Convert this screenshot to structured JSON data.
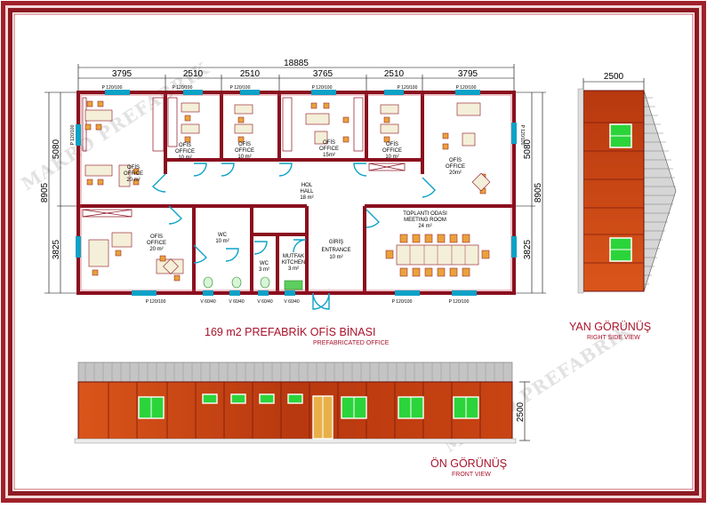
{
  "watermark": "MAKRO PREFABRIK",
  "colors": {
    "frame": "#9b1820",
    "wall": "#8a0f1e",
    "panel": "#c2410c",
    "window": "#2bd43a",
    "door": "#0da2c7",
    "roof": "#b8b8b8"
  },
  "plan": {
    "total_width": "18885",
    "segments": [
      "3795",
      "2510",
      "2510",
      "3765",
      "2510",
      "3795"
    ],
    "left_total": "8905",
    "left_upper": "5080",
    "left_lower": "3825",
    "right_upper": "5080",
    "right_total": "8905",
    "right_lower": "3825",
    "top_windows": [
      "P 120/100",
      "P 120/100",
      "P 120/100",
      "P 120/100",
      "P 120/100",
      "P 120/100"
    ],
    "bottom_windows": [
      "P 120/100",
      "V 60/40",
      "V 60/40",
      "V 60/40",
      "V 60/40",
      "P 120/100",
      "P 120/100"
    ],
    "side_window_left": "P 120/100",
    "side_window_right": "P 120/100",
    "rooms": [
      {
        "tr": "OFİS",
        "en": "OFFICE",
        "area": "20 m²"
      },
      {
        "tr": "OFİS",
        "en": "OFFICE",
        "area": "10 m²"
      },
      {
        "tr": "OFİS",
        "en": "OFFICE",
        "area": "10 m²"
      },
      {
        "tr": "OFİS",
        "en": "OFFICE",
        "area": "15m²"
      },
      {
        "tr": "OFİS",
        "en": "OFFICE",
        "area": "10 m²"
      },
      {
        "tr": "OFİS",
        "en": "OFFICE",
        "area": "20m²"
      },
      {
        "tr": "HOL",
        "en": "HALL",
        "area": "18 m²"
      },
      {
        "tr": "OFİS",
        "en": "OFFICE",
        "area": "20 m²"
      },
      {
        "tr": "WC",
        "en": "",
        "area": "10 m²"
      },
      {
        "tr": "WC",
        "en": "",
        "area": "3 m²"
      },
      {
        "tr": "MUTFAK",
        "en": "KITCHEN",
        "area": "3 m²"
      },
      {
        "tr": "GİRİŞ",
        "en": "ENTRANCE",
        "area": "10 m²"
      },
      {
        "tr": "TOPLANTI ODASI",
        "en": "MEETING ROOM",
        "area": "24 m²"
      }
    ]
  },
  "title": {
    "main": "169 m2 PREFABRİK OFİS BİNASI",
    "sub": "PREFABRICATED OFFICE"
  },
  "side_view": {
    "width": "2500",
    "title": "YAN GÖRÜNÜŞ",
    "sub": "RIGHT SIDE VIEW"
  },
  "front_view": {
    "height": "2500",
    "title": "ÖN GÖRÜNÜŞ",
    "sub": "FRONT VIEW"
  }
}
